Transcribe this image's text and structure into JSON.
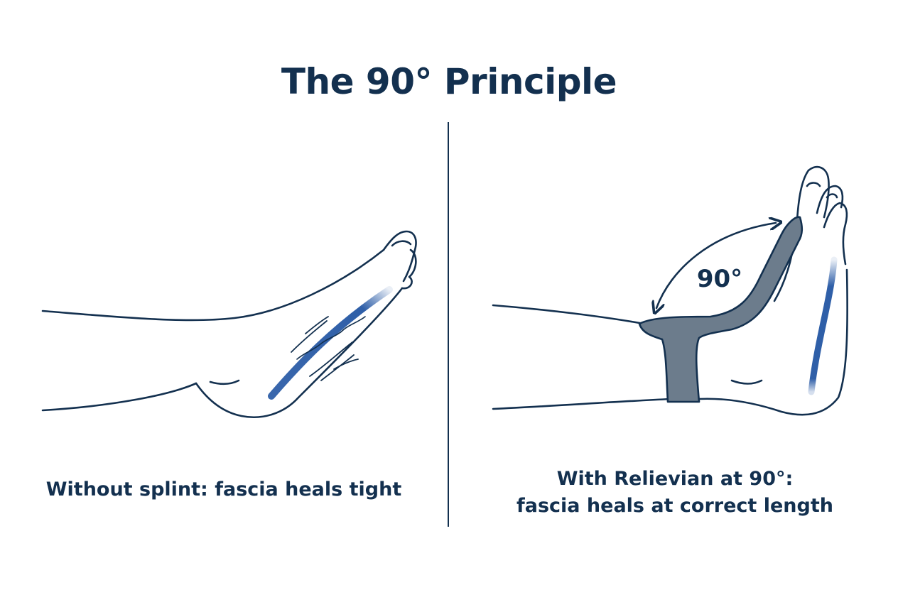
{
  "title": "The 90° Principle",
  "left_panel": {
    "caption": "Without splint: fascia heals tight"
  },
  "right_panel": {
    "angle_label": "90°",
    "caption_line1": "With Relievian at 90°:",
    "caption_line2": "fascia heals at correct length"
  },
  "colors": {
    "ink": "#13304f",
    "fascia_blue": "#2f5fa8",
    "splint_gray": "#6c7c8c"
  }
}
